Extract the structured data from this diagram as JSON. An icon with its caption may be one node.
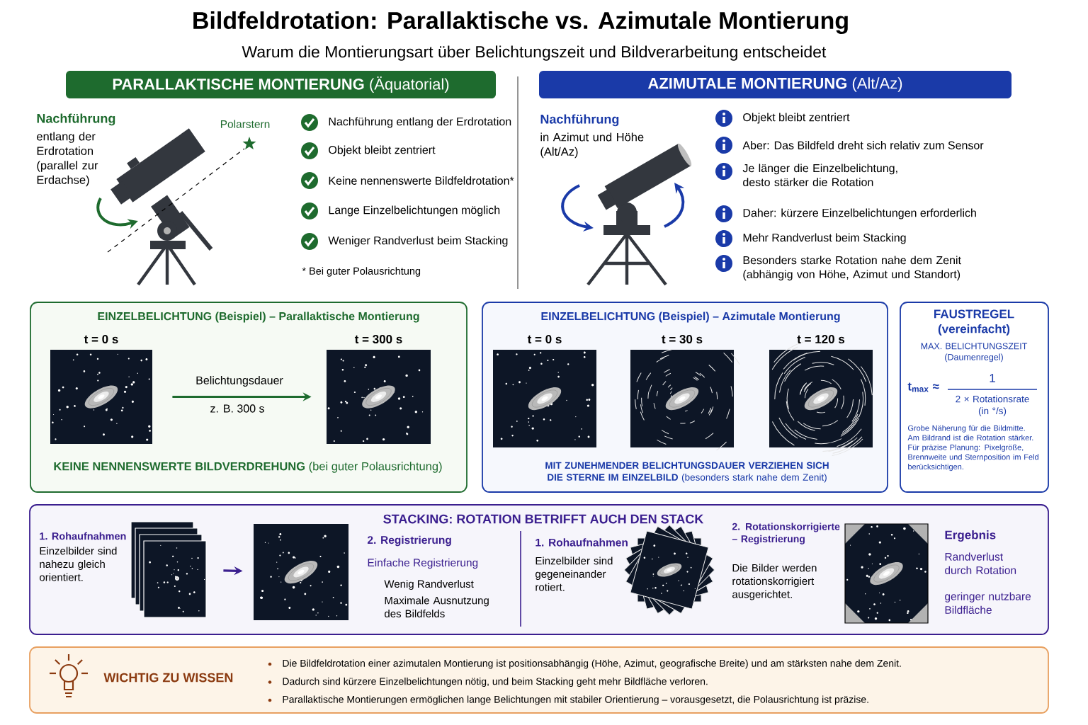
{
  "diagram": {
    "title": "Bildfeldrotation: Parallaktische vs. Azimutale Montierung",
    "nodes": [
      {
        "text": [
          "**PARALLAKTISCHE MONTIERUNG** (Äquatorial)"
        ]
      },
      {
        "text": [
          "**AZIMUTALE MONTIERUNG** (Alt/Az)"
        ]
      },
      {
        "text": [
          "EINZELBELICHTUNG (Beispiel) – Parallaktische Montierung",
          "**KEINE NENNENSWERTE BILDVERDREHUNG** (bei guter Polausrichtung)"
        ]
      },
      {
        "text": [],
        "shape": "picture",
        "in": 2,
        "beside": [
          "t = 0 s"
        ]
      },
      {
        "text": [],
        "shape": "picture",
        "in": 2,
        "beside": [
          "t = 300 s"
        ]
      },
      {
        "text": [
          "EINZELBELICHTUNG (Beispiel) – Azimutale Montierung",
          "**MIT ZUNEHMENDER BELICHTUNGSDAUER VERZIEHEN SICH DIE STERNE IM EINZELBILD** (besonders stark nahe dem Zenit)"
        ]
      },
      {
        "text": [],
        "shape": "picture",
        "in": 5,
        "beside": [
          "t = 0 s"
        ]
      },
      {
        "text": [],
        "shape": "picture",
        "in": 5,
        "beside": [
          "t = 30 s"
        ]
      },
      {
        "text": [],
        "shape": "picture",
        "in": 5,
        "beside": [
          "t = 120 s"
        ]
      },
      {
        "text": [
          "**FAUSTREGEL** (vereinfacht)",
          "MAX. BELICHTUNGSZEIT (Daumenregel)",
          "t$_{max}$ ≈",
          "1",
          "2 × Rotationsrate (in °/s)",
          "Grobe Näherung für die Bildmitte. Am Bildrand ist die Rotation stärker. Für präzise Planung: Pixelgröße, Brennweite und Sternposition im Feld berücksichtigen."
        ]
      },
      {
        "text": [
          "STACKING: ROTATION BETRIFFT AUCH DEN STACK"
        ]
      },
      {
        "text": [],
        "shape": "picture",
        "in": 10
      },
      {
        "text": [],
        "shape": "picture",
        "in": 10
      },
      {
        "text": [],
        "shape": "picture",
        "in": 10
      },
      {
        "text": [],
        "shape": "picture",
        "in": 10
      },
      {
        "text": [
          "WICHTIG ZU WISSEN",
          "Die Bildfeldrotation einer azimutalen Montierung ist positionsabhängig (Höhe, Azimut, geografische Breite) und am stärksten nahe dem Zenit.",
          "Dadurch sind kürzere Einzelbelichtungen nötig, und beim Stacking geht mehr Bildfläche verloren.",
          "Parallaktische Montierungen ermöglichen lange Belichtungen mit stabiler Orientierung – vorausgesetzt, die Polausrichtung ist präzise."
        ]
      }
    ],
    "edges": [
      {
        "from": 3,
        "to": 4,
        "arrow": "to",
        "label": "Belichtungsdauer",
        "color": "#1e6b2e"
      },
      {
        "from": 11,
        "to": 12,
        "arrow": "to",
        "color": "#3b1f8f"
      }
    ],
    "labels": [
      "Warum die Montierungsart über Belichtungszeit und Bildverarbeitung entscheidet",
      "Nachführung",
      "entlang der Erdrotation (parallel zur Erdachse)",
      "Polarstern",
      "Nachführung entlang der Erdrotation",
      "Objekt bleibt zentriert",
      "Keine nennenswerte Bildfeldrotation*",
      "Lange Einzelbelichtungen möglich",
      "Weniger Randverlust beim Stacking",
      "* Bei guter Polausrichtung",
      "Nachführung",
      "in Azimut und Höhe (Alt/Az)",
      "Objekt bleibt zentriert",
      "Aber: Das Bildfeld dreht sich relativ zum Sensor",
      "Je länger die Einzelbelichtung, desto stärker die Rotation",
      "Daher: kürzere Einzelbelichtungen erforderlich",
      "Mehr Randverlust beim Stacking",
      "Besonders starke Rotation nahe dem Zenit (abhängig von Höhe, Azimut und Standort)",
      "z. B. 300 s",
      "1. Rohaufnahmen",
      "Einzelbilder sind nahezu gleich orientiert.",
      "2. Registrierung",
      "Einfache Registrierung",
      "Wenig Randverlust",
      "Maximale Ausnutzung des Bildfelds",
      "1. Rohaufnahmen",
      "Einzelbilder sind gegeneinander rotiert.",
      "2. Rotationskorrigierte – Registrierung",
      "Die Bilder werden rotationskorrigiert ausgerichtet.",
      "Ergebnis",
      "Randverlust durch Rotation",
      "geringer nutzbare Bildfläche"
    ]
  }
}
